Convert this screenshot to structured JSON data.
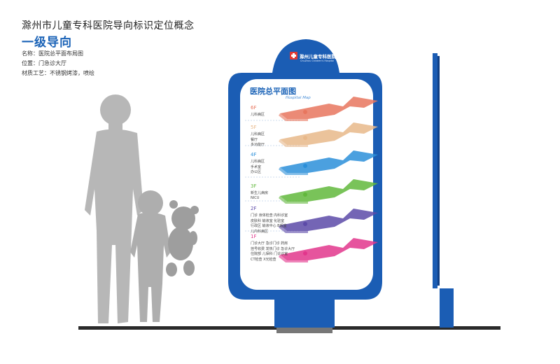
{
  "header": {
    "title": "滁州市儿童专科医院导向标识定位概念",
    "subtitle": "一级导向"
  },
  "meta": {
    "name": "名称：医院总平面布局图",
    "location": "位置：门急诊大厅",
    "material": "材质工艺：不锈钢烤漆，喷绘"
  },
  "sign": {
    "hospital_name": "滁州儿童专科医院",
    "hospital_name_en": "ChuZhou Children's Hospital",
    "map_title": "医院总平面图",
    "map_subtitle": "Hospital Map"
  },
  "floors": [
    {
      "floor": "6F",
      "labels": [
        "儿科病区"
      ],
      "color": "#e8765e"
    },
    {
      "floor": "5F",
      "labels": [
        "儿科病区",
        "餐厅",
        "多功能厅"
      ],
      "color": "#e8b88a"
    },
    {
      "floor": "4F",
      "labels": [
        "儿科病区",
        "手术室",
        "办公区"
      ],
      "color": "#2b8fd9"
    },
    {
      "floor": "3F",
      "labels": [
        "新生儿病房",
        "NICU"
      ],
      "color": "#62b83c"
    },
    {
      "floor": "2F",
      "labels": [
        "门诊  身体检查  内科诊室",
        "皮肤科  输液室  化验室",
        "行政区  输液中心  B超室",
        "儿内科病区"
      ],
      "color": "#5c4aa8"
    },
    {
      "floor": "1F",
      "labels": [
        "门诊大厅  急诊门诊  药房",
        "挂号收费  发热门诊  急诊大厅",
        "住院部  儿保科  门诊诊室",
        "CT检查  X光检查"
      ],
      "color": "#e2368c"
    }
  ],
  "colors": {
    "brand_blue": "#1b5db4",
    "silhouette_gray": "#b7b7b7",
    "title_blue": "#1b63b7"
  },
  "icons": [
    "hospital-cross-icon",
    "adult-silhouette",
    "child-silhouette",
    "teddy-bear-silhouette"
  ]
}
